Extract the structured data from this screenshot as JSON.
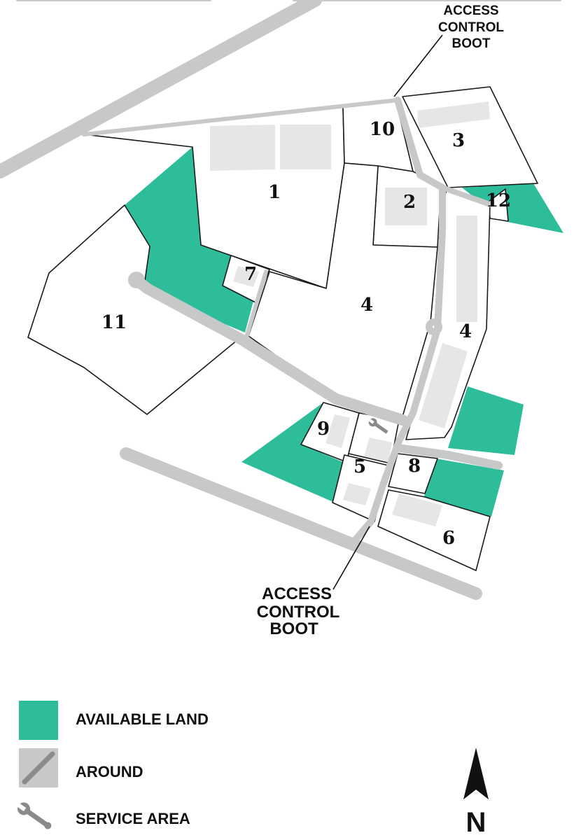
{
  "plots": [
    {
      "id": "plot-1",
      "label": "1"
    },
    {
      "id": "plot-2",
      "label": "2"
    },
    {
      "id": "plot-3",
      "label": "3"
    },
    {
      "id": "plot-4a",
      "label": "4"
    },
    {
      "id": "plot-4b",
      "label": "4"
    },
    {
      "id": "plot-5",
      "label": "5"
    },
    {
      "id": "plot-6",
      "label": "6"
    },
    {
      "id": "plot-7",
      "label": "7"
    },
    {
      "id": "plot-8",
      "label": "8"
    },
    {
      "id": "plot-9",
      "label": "9"
    },
    {
      "id": "plot-10",
      "label": "10"
    },
    {
      "id": "plot-11",
      "label": "11"
    },
    {
      "id": "plot-12",
      "label": "12"
    }
  ],
  "callouts": {
    "top": [
      "ACCESS",
      "CONTROL",
      "BOOT"
    ],
    "bottom": [
      "ACCESS",
      "CONTROL",
      "BOOT"
    ]
  },
  "legend": {
    "available_land": "AVAILABLE LAND",
    "around": "AROUND",
    "service_area": "SERVICE AREA"
  },
  "north_label": "N",
  "colors": {
    "available_land": "#2ebd9b",
    "road": "#c7c9c8",
    "building": "#e6e6e6",
    "outline": "#1a1a1a"
  },
  "icons": {
    "service_area": "wrench-icon",
    "north": "north-arrow-icon"
  }
}
